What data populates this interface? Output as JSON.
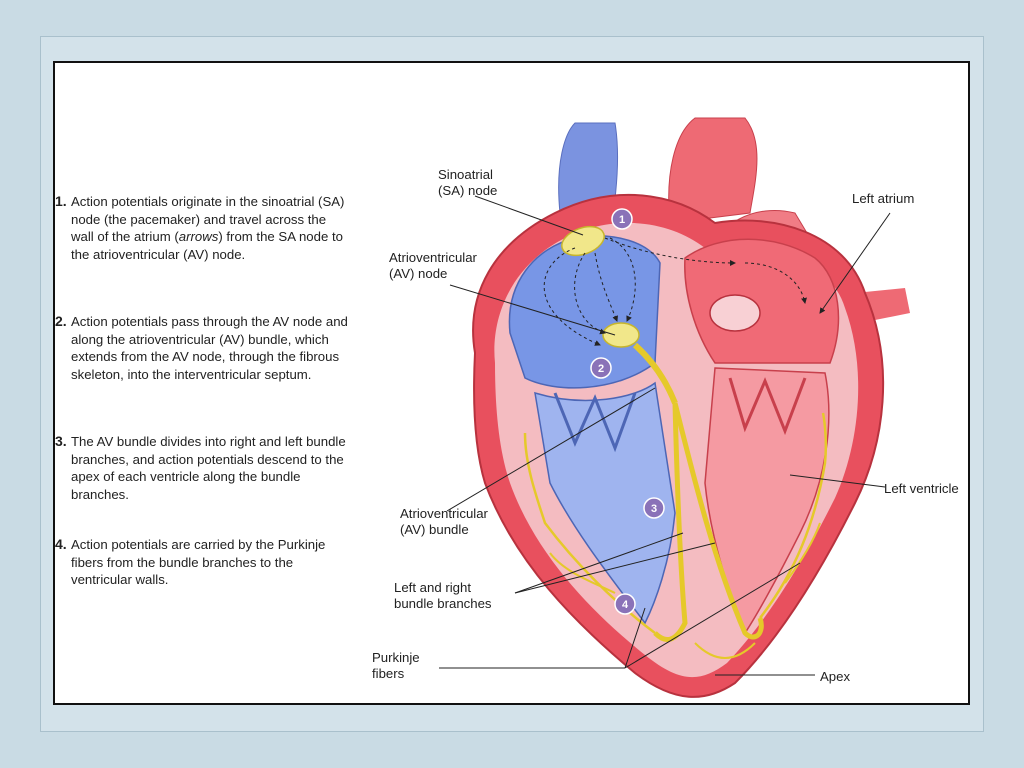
{
  "steps": [
    {
      "number": "1.",
      "text_before": "Action potentials originate in the sinoatrial (SA) node (the pacemaker) and travel across the wall of the atrium (",
      "text_em": "arrows",
      "text_after": ") from the SA node to the atrioventricular (AV) node."
    },
    {
      "number": "2.",
      "text": "Action potentials pass through the AV node and along the atrioventricular (AV) bundle, which extends from the AV node, through the fibrous skeleton, into the interventricular septum."
    },
    {
      "number": "3.",
      "text": "The AV bundle divides into right and left bundle branches, and action potentials descend to the apex of each ventricle along the bundle branches."
    },
    {
      "number": "4.",
      "text": "Action potentials are carried by the Purkinje fibers from the bundle branches to the ventricular walls."
    }
  ],
  "labels": {
    "sa_node_1": "Sinoatrial",
    "sa_node_2": "(SA) node",
    "av_node_1": "Atrioventricular",
    "av_node_2": "(AV) node",
    "av_bundle_1": "Atrioventricular",
    "av_bundle_2": "(AV) bundle",
    "bundle_branches_1": "Left and right",
    "bundle_branches_2": "bundle branches",
    "purkinje_1": "Purkinje",
    "purkinje_2": "fibers",
    "left_atrium": "Left atrium",
    "left_ventricle": "Left ventricle",
    "apex": "Apex"
  },
  "markers": [
    "1",
    "2",
    "3",
    "4"
  ],
  "colors": {
    "deoxygenated_blue": "#6f8fd8",
    "oxygenated_red": "#e8505e",
    "heart_wall_pink": "#f2b3b8",
    "conduction_yellow": "#f4e04d",
    "marker_purple": "#8a72b8",
    "background": "#c9dbe4"
  }
}
